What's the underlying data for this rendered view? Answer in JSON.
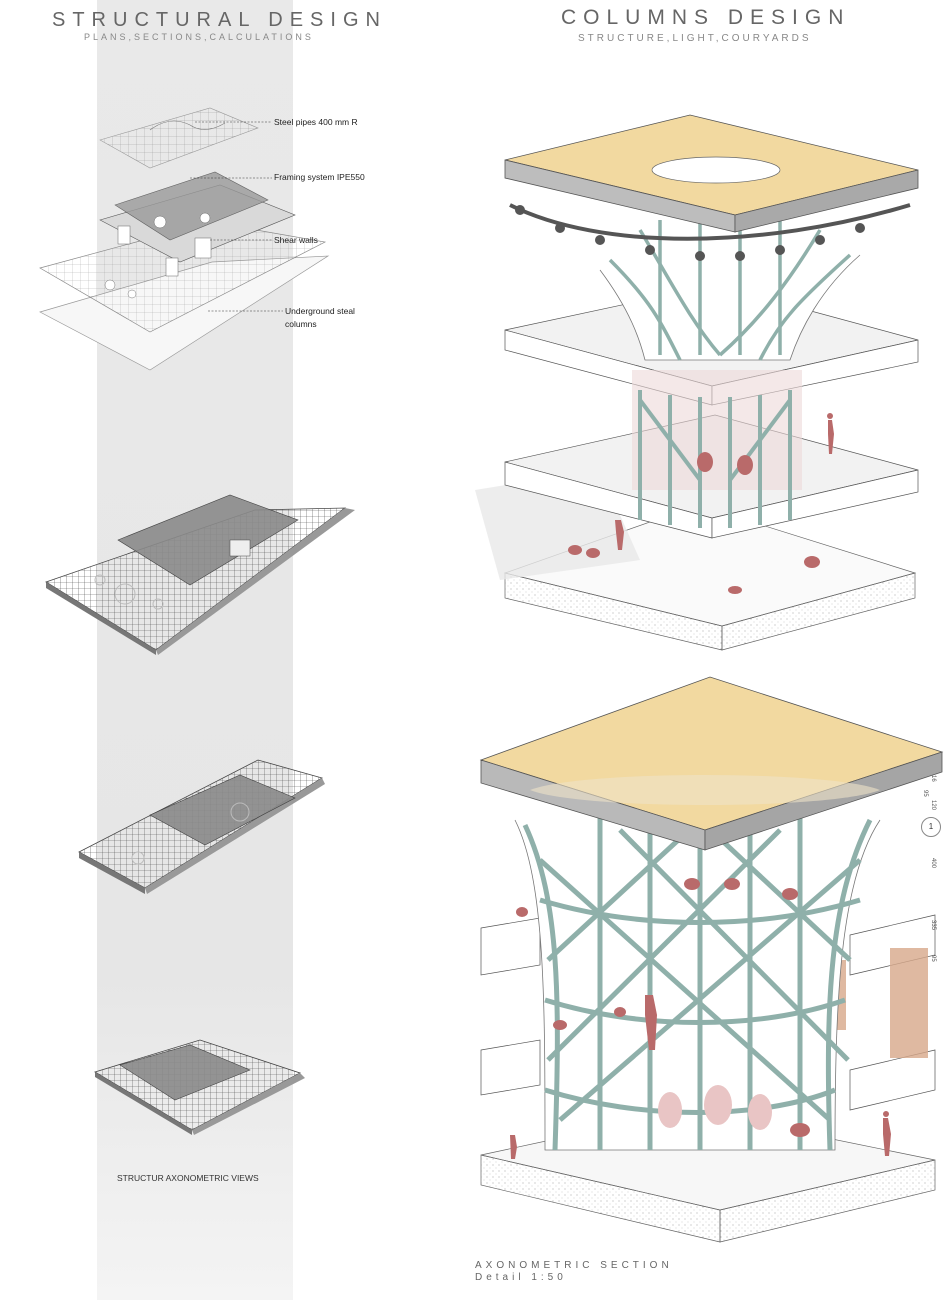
{
  "left": {
    "title": "STRUCTURAL DESIGN",
    "subtitle": "PLANS,SECTIONS,CALCULATIONS",
    "callouts": {
      "steel_pipes": "Steel pipes 400 mm R",
      "framing": "Framing system IPE550",
      "shear_walls": "Shear walls",
      "underground": "Underground steal columns"
    },
    "caption": "STRUCTUR AXONOMETRIC VIEWS"
  },
  "right": {
    "title": "COLUMNS DESIGN",
    "subtitle": "STRUCTURE,LIGHT,COURYARDS",
    "caption_line1": "AXONOMETRIC SECTION",
    "caption_line2": "Detail 1:50",
    "grid_marker": "1",
    "dimensions": [
      "16",
      "120",
      "95",
      "400",
      "335",
      "95"
    ]
  },
  "colors": {
    "band": "#e6e6e6",
    "roof": "#f2d9a0",
    "structure": "#8fb0aa",
    "furniture": "#b96a6a",
    "slab": "#f2f2f2",
    "plan_dark": "#6b6b6b"
  }
}
